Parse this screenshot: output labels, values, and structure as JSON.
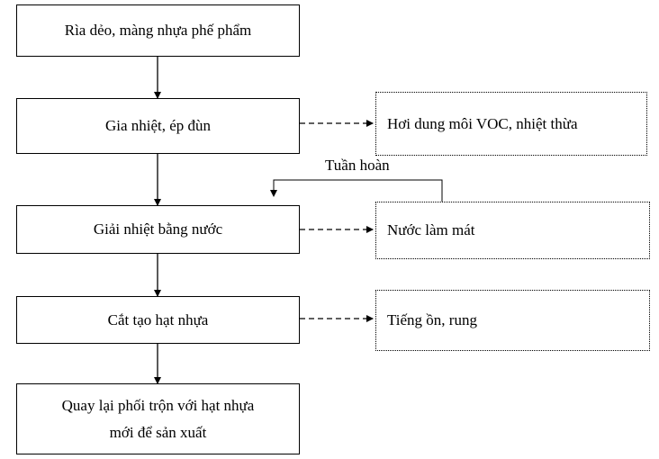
{
  "process_steps": [
    {
      "label": "Rìa dẻo, màng nhựa phế phẩm"
    },
    {
      "label": "Gia nhiệt, ép đùn"
    },
    {
      "label": "Giải nhiệt bằng nước"
    },
    {
      "label": "Cắt tạo hạt nhựa"
    },
    {
      "label_line1": "Quay lại phối trộn với hạt nhựa",
      "label_line2": "mới để sản xuất"
    }
  ],
  "outputs": [
    {
      "label": "Hơi dung môi VOC, nhiệt thừa"
    },
    {
      "label": "Nước làm mát"
    },
    {
      "label": "Tiếng ồn, rung"
    }
  ],
  "recirculation_label": "Tuần hoàn"
}
